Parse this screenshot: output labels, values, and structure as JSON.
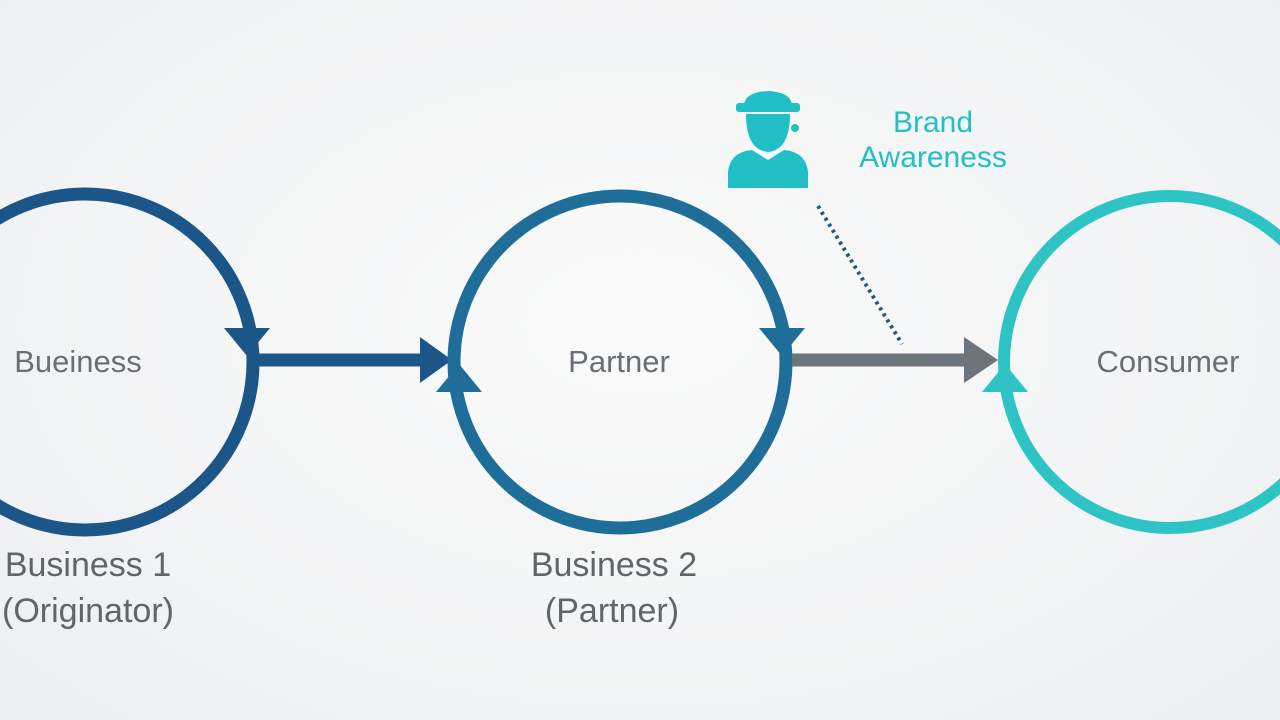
{
  "nodes": {
    "originator": {
      "label": "Bueiness",
      "caption_line1": "Business 1",
      "caption_line2": "(Originator)"
    },
    "partner": {
      "label": "Partner",
      "caption_line1": "Business 2",
      "caption_line2": "(Partner)"
    },
    "consumer": {
      "label": "Consumer"
    }
  },
  "annotation": {
    "line1": "Brand",
    "line2": "Awareness",
    "icon": "person-with-cap-icon"
  },
  "colors": {
    "dark_blue": "#1c5688",
    "mid_blue": "#1f6e9a",
    "teal": "#2ec4c6",
    "gray_arrow": "#6b737b",
    "text_gray": "#60656b",
    "annotation_teal": "#22bfc7"
  }
}
